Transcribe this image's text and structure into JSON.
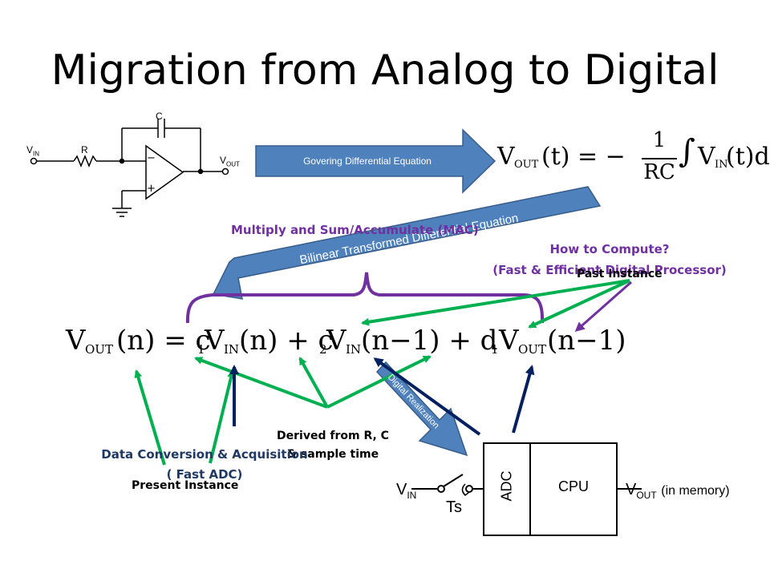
{
  "slide": {
    "title": "Migration from Analog to Digital"
  },
  "arrows": {
    "differential": "Govering Differential Equation",
    "bilinear": "Bilinear Transformed Differential Equation",
    "digital_realization": "Digital Realization"
  },
  "annotations": {
    "mac": "Multiply and Sum/Accumulate (MAC)",
    "how_to_compute_line1": "How to Compute?",
    "how_to_compute_line2": "(Fast & Efficient Digital Processor)",
    "past_instance": "Past Instance",
    "derived_line1": "Derived from R, C",
    "derived_line2": "& sample time",
    "data_conversion_line1": "Data Conversion & Acquisition",
    "data_conversion_line2": "( Fast ADC)",
    "present_instance": "Present Instance"
  },
  "circuit": {
    "capacitor": "C",
    "resistor": "R",
    "vin": "V",
    "vin_sub": "IN",
    "vout": "V",
    "vout_sub": "OUT",
    "minus": "−",
    "plus": "+"
  },
  "equations": {
    "continuous": {
      "lhs": "V",
      "lhs_sub": "OUT",
      "lhs_arg": "(t) = −",
      "numerator": "1",
      "denominator": "RC",
      "integral": "∫",
      "rhs": "V",
      "rhs_sub": "IN",
      "rhs_arg": "(t)dt"
    },
    "discrete": {
      "t1": "V",
      "t1_sub": "OUT",
      "t2": "(n) = c",
      "t2_sub": "1",
      "t3": "V",
      "t3_sub": "IN",
      "t4": "(n) + c",
      "t4_sub": "2",
      "t5": "V",
      "t5_sub": "IN",
      "t6": "(n−1) + d",
      "t6_sub": "1",
      "t7": "V",
      "t7_sub": "OUT",
      "t8": "(n−1)"
    }
  },
  "block_diagram": {
    "adc": "ADC",
    "cpu": "CPU",
    "vin": "V",
    "vin_sub": "IN",
    "ts": "Ts",
    "vout": "V",
    "vout_sub": "OUT",
    "vout_note": "(in memory)"
  },
  "colors": {
    "blue_arrow": "#4F81BD",
    "blue_arrow_border": "#385D8A",
    "purple": "#7030A0",
    "green": "#00B050",
    "navy": "#002060"
  }
}
